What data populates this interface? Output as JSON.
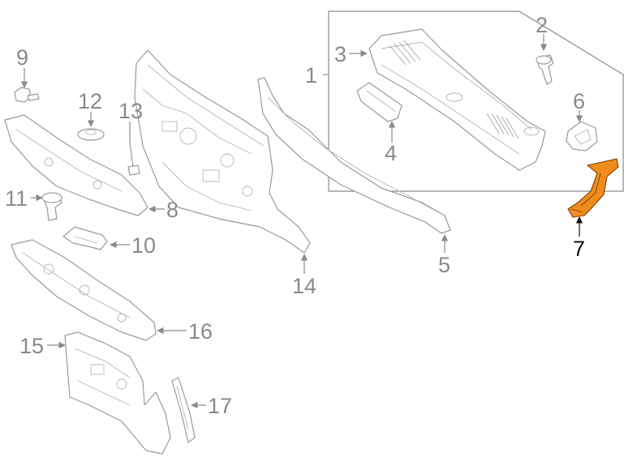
{
  "diagram": {
    "highlight_color": "#f08c1e",
    "highlighted_part": "7",
    "callouts": {
      "c1": "1",
      "c2": "2",
      "c3": "3",
      "c4": "4",
      "c5": "5",
      "c6": "6",
      "c7": "7",
      "c8": "8",
      "c9": "9",
      "c10": "10",
      "c11": "11",
      "c12": "12",
      "c13": "13",
      "c14": "14",
      "c15": "15",
      "c16": "16",
      "c17": "17"
    }
  }
}
